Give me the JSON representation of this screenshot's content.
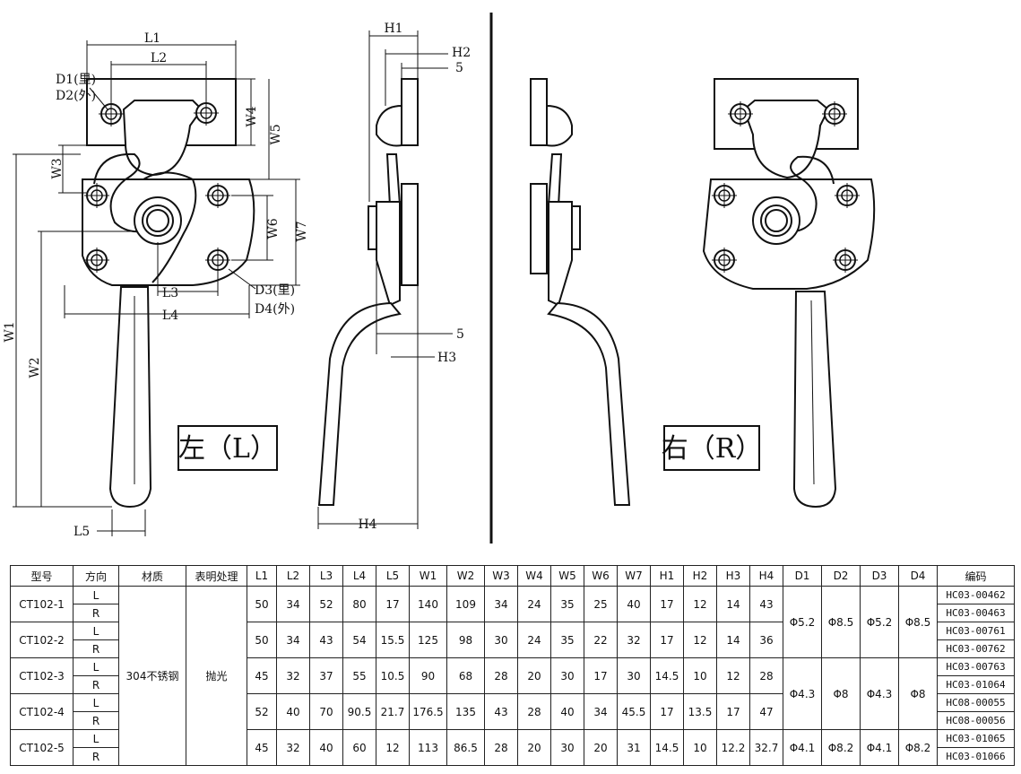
{
  "drawing": {
    "left_label": "左（L）",
    "right_label": "右（R）",
    "dims_front": [
      "L1",
      "L2",
      "D1(里)",
      "D2(外)",
      "W4",
      "W5",
      "W3",
      "W6",
      "W7",
      "W1",
      "W2",
      "L3",
      "L4",
      "D3(里)",
      "D4(外)",
      "L5"
    ],
    "dims_side": [
      "H1",
      "H2",
      "5",
      "5",
      "H3",
      "H4"
    ]
  },
  "table": {
    "headers": [
      "型号",
      "方向",
      "材质",
      "表明处理",
      "L1",
      "L2",
      "L3",
      "L4",
      "L5",
      "W1",
      "W2",
      "W3",
      "W4",
      "W5",
      "W6",
      "W7",
      "H1",
      "H2",
      "H3",
      "H4",
      "D1",
      "D2",
      "D3",
      "D4",
      "编码"
    ],
    "material": "304不锈钢",
    "finish": "抛光",
    "rows": [
      {
        "model": "CT102-1",
        "dims": [
          "50",
          "34",
          "52",
          "80",
          "17",
          "140",
          "109",
          "34",
          "24",
          "35",
          "25",
          "40",
          "17",
          "12",
          "14",
          "43"
        ],
        "codes": [
          "HC03-00462",
          "HC03-00463"
        ]
      },
      {
        "model": "CT102-2",
        "dims": [
          "50",
          "34",
          "43",
          "54",
          "15.5",
          "125",
          "98",
          "30",
          "24",
          "35",
          "22",
          "32",
          "17",
          "12",
          "14",
          "36"
        ],
        "codes": [
          "HC03-00761",
          "HC03-00762"
        ]
      },
      {
        "model": "CT102-3",
        "dims": [
          "45",
          "32",
          "37",
          "55",
          "10.5",
          "90",
          "68",
          "28",
          "20",
          "30",
          "17",
          "30",
          "14.5",
          "10",
          "12",
          "28"
        ],
        "codes": [
          "HC03-00763",
          "HC03-01064"
        ]
      },
      {
        "model": "CT102-4",
        "dims": [
          "52",
          "40",
          "70",
          "90.5",
          "21.7",
          "176.5",
          "135",
          "43",
          "28",
          "40",
          "34",
          "45.5",
          "17",
          "13.5",
          "17",
          "47"
        ],
        "codes": [
          "HC08-00055",
          "HC08-00056"
        ]
      },
      {
        "model": "CT102-5",
        "dims": [
          "45",
          "32",
          "40",
          "60",
          "12",
          "113",
          "86.5",
          "28",
          "20",
          "30",
          "20",
          "31",
          "14.5",
          "10",
          "12.2",
          "32.7"
        ],
        "codes": [
          "HC03-01065",
          "HC03-01066"
        ]
      }
    ],
    "dirs": [
      "L",
      "R"
    ],
    "diam_groups": [
      {
        "d": [
          "Φ5.2",
          "Φ8.5",
          "Φ5.2",
          "Φ8.5"
        ]
      },
      {
        "d": [
          "Φ4.3",
          "Φ8",
          "Φ4.3",
          "Φ8"
        ]
      },
      {
        "d": [
          "Φ4.1",
          "Φ8.2",
          "Φ4.1",
          "Φ8.2"
        ]
      }
    ]
  }
}
